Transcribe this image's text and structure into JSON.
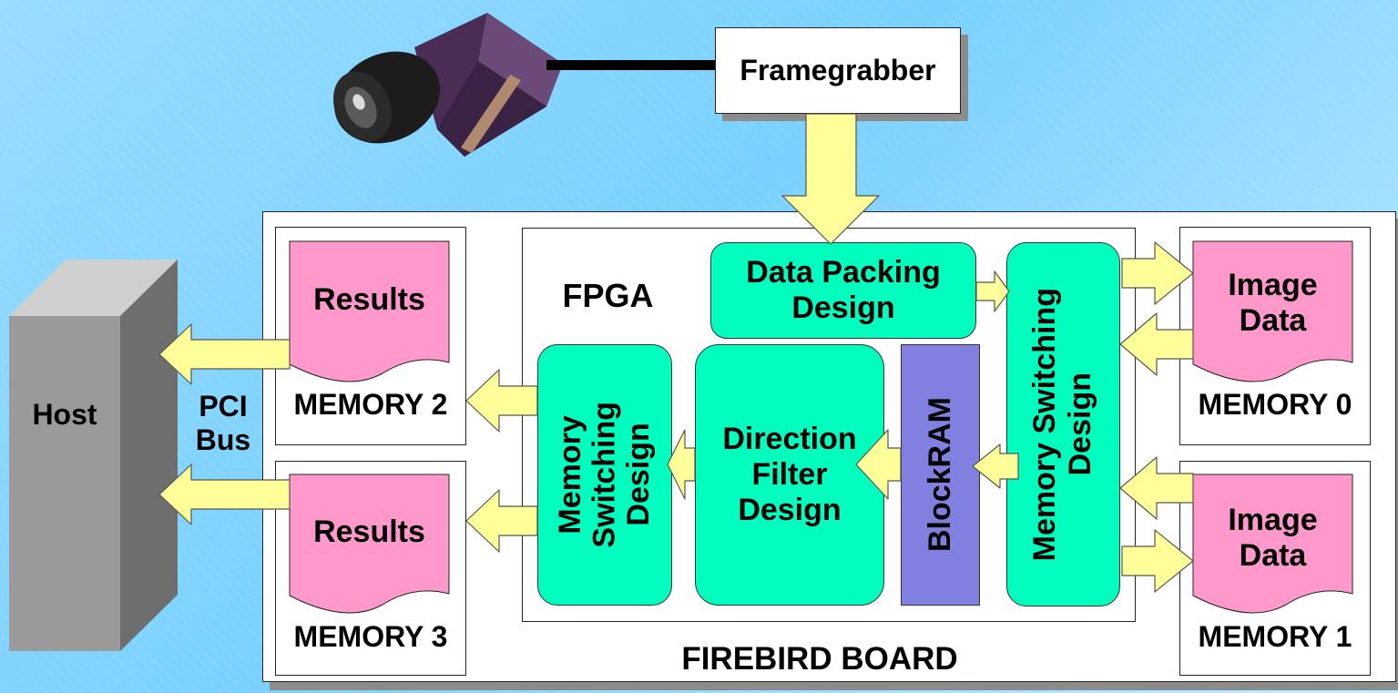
{
  "framegrabber": "Framegrabber",
  "host": "Host",
  "pci_bus": [
    "PCI",
    "Bus"
  ],
  "board": "FIREBIRD BOARD",
  "fpga": "FPGA",
  "data_packing": [
    "Data Packing",
    "Design"
  ],
  "memory_switching_right": [
    "Memory Switching",
    "Design"
  ],
  "memory_switching_left": [
    "Memory",
    "Switching",
    "Design"
  ],
  "direction_filter": [
    "Direction",
    "Filter",
    "Design"
  ],
  "blockram": "BlockRAM",
  "memories": {
    "m0": {
      "title": "MEMORY 0",
      "doc": [
        "Image",
        "Data"
      ]
    },
    "m1": {
      "title": "MEMORY 1",
      "doc": [
        "Image",
        "Data"
      ]
    },
    "m2": {
      "title": "MEMORY 2",
      "doc": [
        "Results"
      ]
    },
    "m3": {
      "title": "MEMORY 3",
      "doc": [
        "Results"
      ]
    }
  },
  "colors": {
    "background": "#8fd9ff",
    "design_block": "#00ffbf",
    "blockram": "#8080e0",
    "document": "#ff99cc",
    "arrow": "#ffff99",
    "host": "#9a9a9a"
  }
}
